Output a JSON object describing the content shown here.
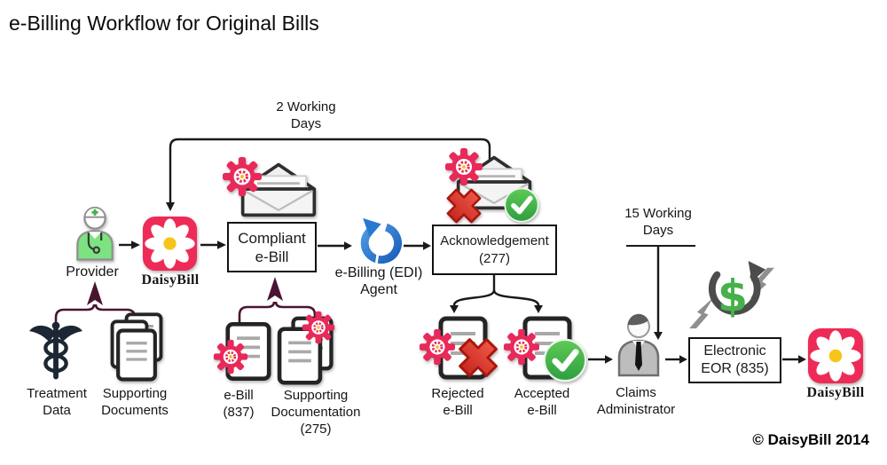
{
  "title": "e-Billing Workflow for Original Bills",
  "copyright": "© DaisyBill 2014",
  "timers": {
    "ack_loop": {
      "line1": "2 Working",
      "line2": "Days"
    },
    "eor_wait": {
      "line1": "15 Working",
      "line2": "Days"
    }
  },
  "nodes": {
    "provider": {
      "label": "Provider"
    },
    "daisybill_in": {
      "label": "DaisyBill"
    },
    "compliant_ebill": {
      "line1": "Compliant",
      "line2": "e-Bill"
    },
    "edi_agent": {
      "line1": "e-Billing (EDI)",
      "line2": "Agent"
    },
    "acknowledgement": {
      "line1": "Acknowledgement",
      "line2": "(277)"
    },
    "rejected_ebill": {
      "line1": "Rejected",
      "line2": "e-Bill"
    },
    "accepted_ebill": {
      "line1": "Accepted",
      "line2": "e-Bill"
    },
    "claims_administrator": {
      "line1": "Claims",
      "line2": "Administrator"
    },
    "electronic_eor": {
      "line1": "Electronic",
      "line2": "EOR (835)"
    },
    "daisybill_out": {
      "label": "DaisyBill"
    },
    "treatment_data": {
      "line1": "Treatment",
      "line2": "Data"
    },
    "supporting_documents": {
      "line1": "Supporting",
      "line2": "Documents"
    },
    "ebill_837": {
      "line1": "e-Bill",
      "line2": "(837)"
    },
    "supporting_documentation": {
      "line1": "Supporting",
      "line2": "Documentation",
      "line3": "(275)"
    }
  },
  "colors": {
    "brand_pink": "#ee2b57",
    "gear_pink": "#e8295a",
    "accept_green": "#3fb549",
    "reject_red": "#e04030",
    "edi_blue": "#2a79d0",
    "money_green": "#46b14c",
    "connector_black": "#1a1a1a",
    "connector_maroon": "#4a1430"
  }
}
